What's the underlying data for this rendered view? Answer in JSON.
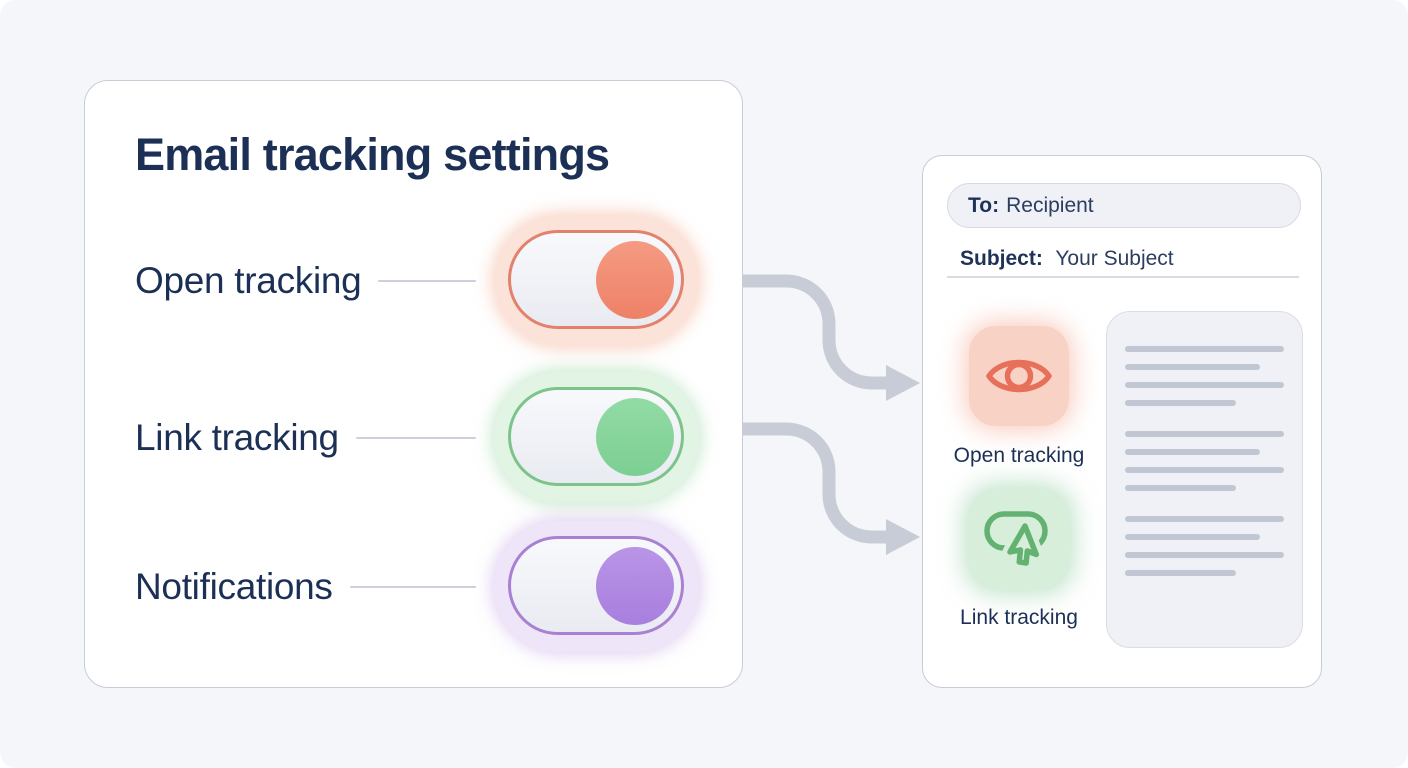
{
  "settings_panel": {
    "title": "Email tracking settings",
    "rows": [
      {
        "label": "Open tracking",
        "state": "on",
        "accent": "#EE8168"
      },
      {
        "label": "Link tracking",
        "state": "on",
        "accent": "#7CCF92"
      },
      {
        "label": "Notifications",
        "state": "on",
        "accent": "#A87FDE"
      }
    ]
  },
  "email_preview": {
    "to_label": "To:",
    "to_value": "Recipient",
    "subject_label": "Subject:",
    "subject_value": "Your Subject",
    "features": [
      {
        "icon": "eye-icon",
        "label": "Open tracking"
      },
      {
        "icon": "link-cursor-icon",
        "label": "Link tracking"
      }
    ],
    "document_line_groups": [
      [
        100,
        85,
        100,
        70
      ],
      [
        100,
        85,
        100,
        70
      ],
      [
        100,
        85,
        100,
        70
      ]
    ]
  },
  "connections": [
    {
      "from": "open-tracking-toggle",
      "to": "open-tracking-feature"
    },
    {
      "from": "link-tracking-toggle",
      "to": "link-tracking-feature"
    }
  ],
  "colors": {
    "page_background": "#F5F6F9",
    "panel_background": "#FFFFFF",
    "text_navy": "#1C3056",
    "open_tracking_accent": "#EE8168",
    "link_tracking_accent": "#7CCF92",
    "notifications_accent": "#A87FDE",
    "arrow_gray": "#C8CCD6"
  }
}
